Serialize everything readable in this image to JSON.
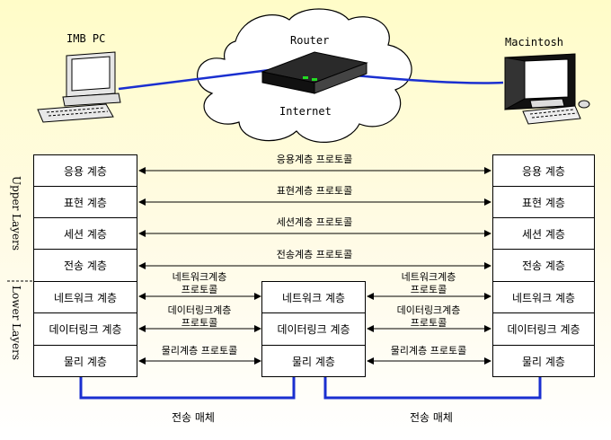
{
  "devices": {
    "left_pc": "IMB PC",
    "router": "Router",
    "internet": "Internet",
    "right_pc": "Macintosh"
  },
  "side_labels": {
    "upper": "Upper Layers",
    "lower": "Lower Layers"
  },
  "left_stack": [
    "응용 계층",
    "표현 계층",
    "세션 계층",
    "전송 계층",
    "네트워크 계층",
    "데이터링크 계층",
    "물리 계층"
  ],
  "middle_stack": [
    "네트워크 계층",
    "데이터링크 계층",
    "물리 계층"
  ],
  "right_stack": [
    "응용 계층",
    "표현 계층",
    "세션 계층",
    "전송 계층",
    "네트워크 계층",
    "데이터링크 계층",
    "물리 계층"
  ],
  "protocols_full": [
    "응용계층 프로토콜",
    "표현계층 프로토콜",
    "세션계층 프로토콜",
    "전송계층 프로토콜"
  ],
  "protocols_left": [
    {
      "line1": "네트워크계층",
      "line2": "프로토콜"
    },
    {
      "line1": "데이터링크계층",
      "line2": "프로토콜"
    },
    {
      "line1": "물리계층 프로토콜",
      "line2": ""
    }
  ],
  "protocols_right": [
    {
      "line1": "네트워크계층",
      "line2": "프로토콜"
    },
    {
      "line1": "데이터링크계층",
      "line2": "프로토콜"
    },
    {
      "line1": "물리계층 프로토콜",
      "line2": ""
    }
  ],
  "media": {
    "left": "전송 매체",
    "right": "전송 매체"
  },
  "colors": {
    "link": "#1a2fd0",
    "cloud_fill": "#ffffff",
    "led": "#22dd22"
  }
}
